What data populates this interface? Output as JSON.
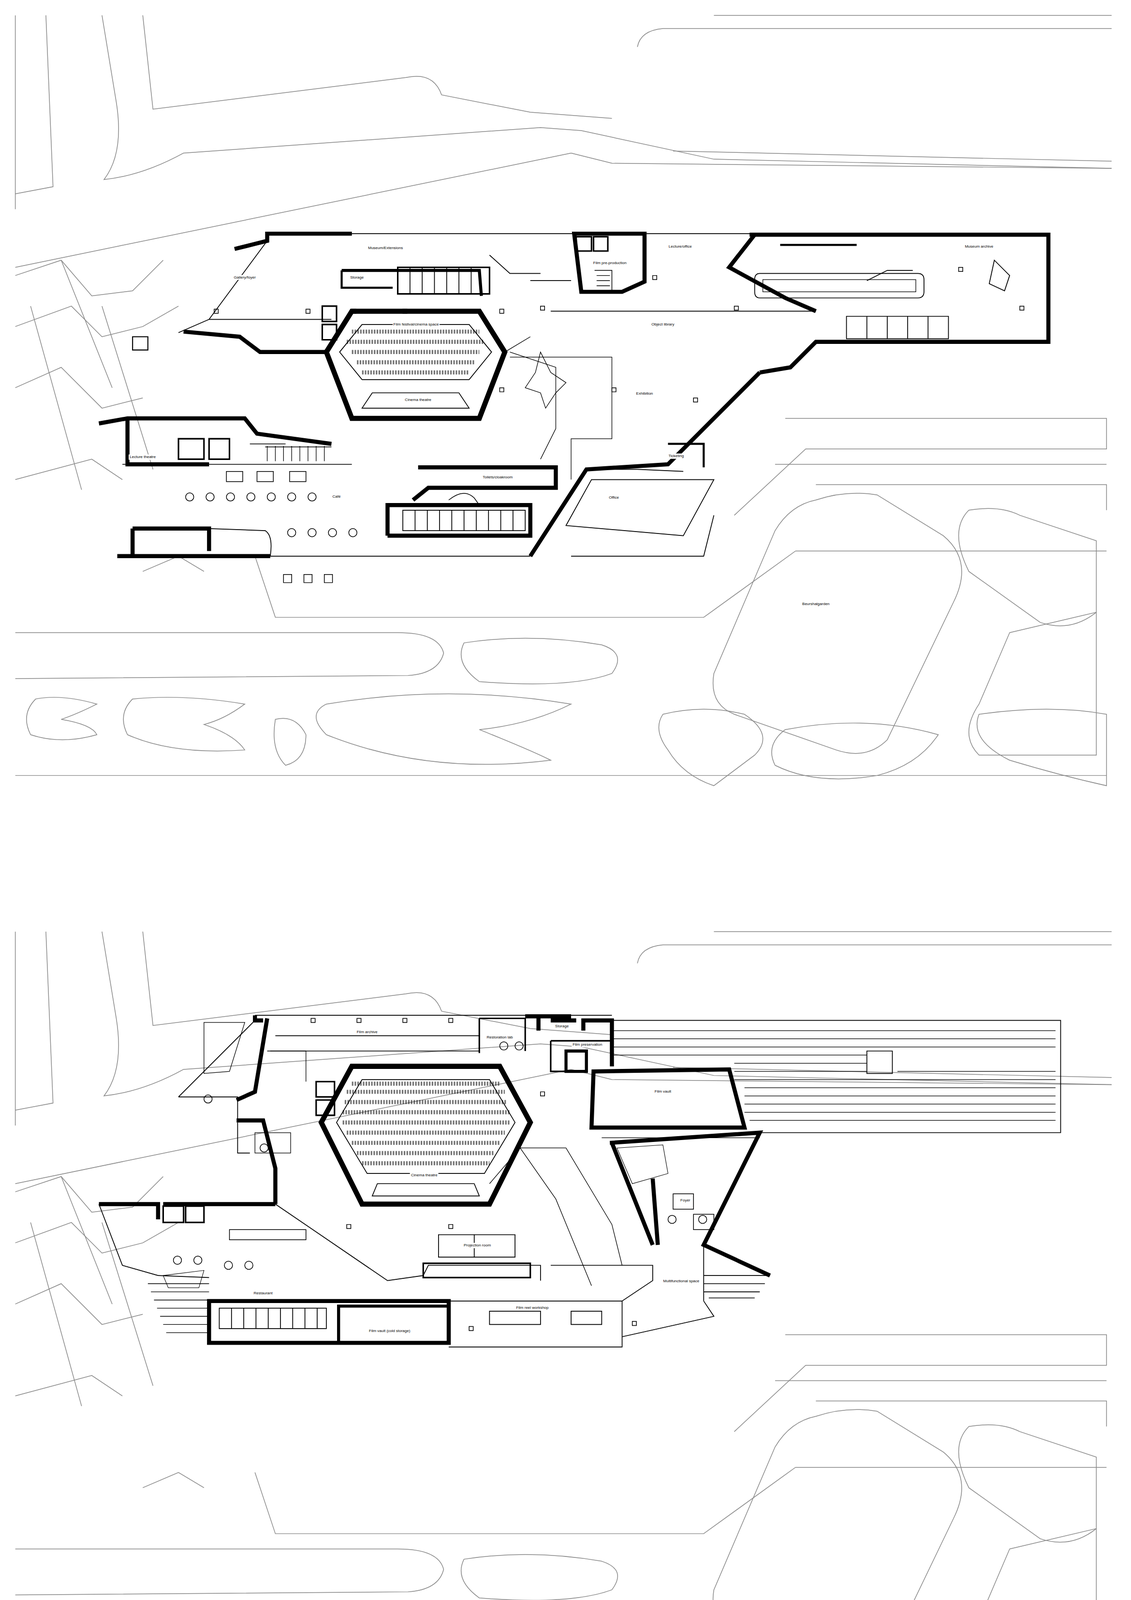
{
  "diagram": {
    "labels": [
      "Gallery/foyer",
      "Museum/Extensions",
      "Storage",
      "Film pre-production",
      "Lecture/office",
      "Museum archive",
      "Film festival/cinema space",
      "Cinema theatre",
      "Object library",
      "Exhibition",
      "Lecture theatre",
      "Café",
      "Toilets/cloakroom",
      "Office",
      "Ticketing",
      "Beurshalgarden",
      "Film archive",
      "Restoration lab",
      "Storage",
      "Film preservation",
      "Film vault",
      "Cinema theatre",
      "Projection room",
      "Foyer",
      "Multifunctional space",
      "Restaurant",
      "Film vault (cold storage)",
      "Film reel workshop"
    ]
  }
}
